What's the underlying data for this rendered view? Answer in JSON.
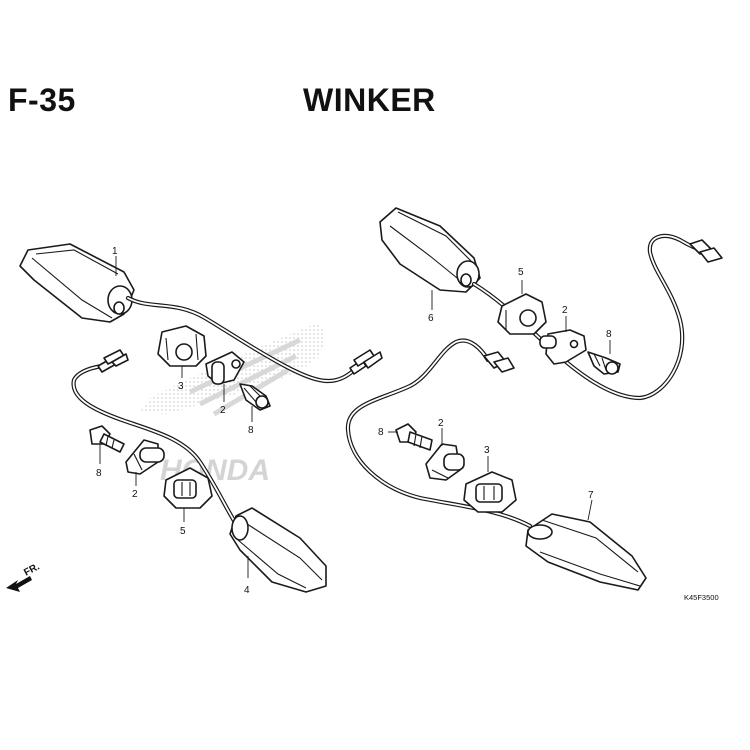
{
  "header": {
    "code": "F-35",
    "title": "WINKER"
  },
  "callouts": {
    "c1": "1",
    "c2a": "2",
    "c2b": "2",
    "c2c": "2",
    "c2d": "2",
    "c3a": "3",
    "c3b": "3",
    "c4": "4",
    "c5a": "5",
    "c5b": "5",
    "c6": "6",
    "c7": "7",
    "c8a": "8",
    "c8b": "8",
    "c8c": "8",
    "c8d": "8"
  },
  "direction_marker": "FR.",
  "reference_code": "K45F3500",
  "watermark_text": "HONDA"
}
